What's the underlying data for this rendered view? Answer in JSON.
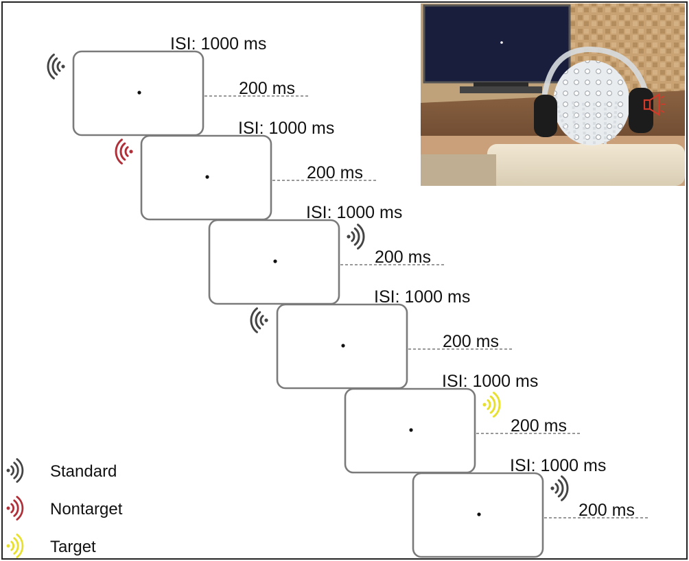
{
  "trials": [
    {
      "isi": "ISI: 1000 ms",
      "dur": "200 ms",
      "sound": "standard"
    },
    {
      "isi": "ISI: 1000 ms",
      "dur": "200 ms",
      "sound": "nontarget"
    },
    {
      "isi": "ISI: 1000 ms",
      "dur": "200 ms",
      "sound": "standard"
    },
    {
      "isi": "ISI: 1000 ms",
      "dur": "200 ms",
      "sound": "standard"
    },
    {
      "isi": "ISI: 1000 ms",
      "dur": "200 ms",
      "sound": "target"
    },
    {
      "isi": "ISI: 1000 ms",
      "dur": "200 ms",
      "sound": "standard"
    }
  ],
  "legend": [
    {
      "label": "Standard",
      "sound": "standard"
    },
    {
      "label": "Nontarget",
      "sound": "nontarget"
    },
    {
      "label": "Target",
      "sound": "target"
    }
  ],
  "colors": {
    "standard": "#444444",
    "nontarget": "#b0303a",
    "target": "#e8e030",
    "screen_border": "#7a7a7a",
    "speaker": "#d23a2a"
  },
  "icons": {
    "sound": "sound-wave-icon",
    "photo_speaker": "speaker-icon"
  }
}
